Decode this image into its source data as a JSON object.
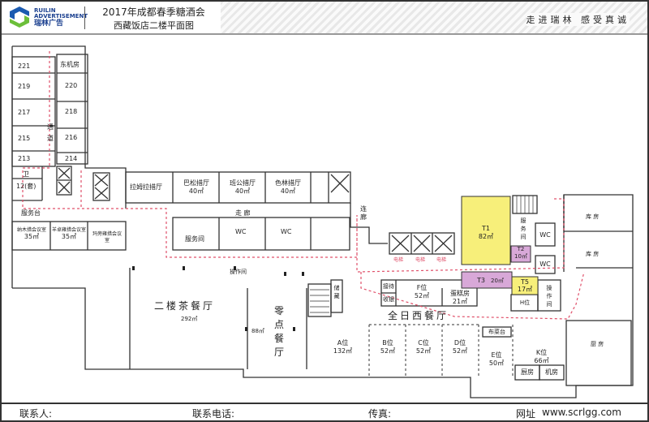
{
  "header": {
    "logo_text": [
      "RUILIN",
      "ADVERTISEMENT",
      "瑞林广告"
    ],
    "title": "2017年成都春季糖酒会",
    "subtitle": "西藏饭店二楼平面图",
    "slogan": "走进瑞林  感受真诚"
  },
  "colors": {
    "yellow": "#f7ef7a",
    "pink": "#d8a8d8",
    "route": "#e0506a",
    "wall": "#333333",
    "logo_blue": "#1a5ab0",
    "logo_green": "#6cbf3a"
  },
  "rooms": {
    "r221": "221",
    "r219": "219",
    "r217": "217",
    "r215": "215",
    "r213": "213",
    "r220": "220",
    "r218": "218",
    "r216": "216",
    "r214": "214",
    "east_machine": "东机房",
    "corridor_v": "通道",
    "toilet": "卫",
    "suite": "12(套)",
    "service_desk": "服务台",
    "namco": "纳木措会议室",
    "namco_area": "35㎡",
    "yamdrok": "羊卓雍措会议室",
    "yamdrok_area": "35㎡",
    "manasarovar": "玛旁雍措会议室",
    "lhamo": "拉姆拉措厅",
    "basum": "巴松措厅",
    "basum_area": "40㎡",
    "bangong": "班公措厅",
    "bangong_area": "40㎡",
    "selin": "色林措厅",
    "selin_area": "40㎡",
    "corridor_h": "走  廊",
    "link": "连廊",
    "service_room": "服务间",
    "wc1": "WC",
    "wc2": "WC",
    "tea_hall": "二楼茶餐厅",
    "tea_area": "292㎡",
    "operation": "操作间",
    "snack_hall": "零点餐厅",
    "snack_area": "88㎡",
    "storage": "储藏",
    "reception": "接待",
    "cashier": "收银",
    "f": "F位",
    "f_area": "52㎡",
    "cake": "蛋糕房",
    "cake_area": "21㎡",
    "western": "全日西餐厅",
    "a": "A位",
    "a_area": "132㎡",
    "b": "B位",
    "b_area": "52㎡",
    "c": "C位",
    "c_area": "52㎡",
    "d": "D位",
    "d_area": "52㎡",
    "buffet": "布菜台",
    "e": "E位",
    "e_area": "50㎡",
    "k": "K位",
    "k_area": "66㎡",
    "kitchen": "厨房",
    "machine": "机房",
    "elevator": "电梯",
    "t1": "T1",
    "t1_area": "82㎡",
    "t2": "T2",
    "t2_area": "10㎡",
    "t3": "T3",
    "t3_area": "20㎡",
    "t5": "T5",
    "t5_area": "17㎡",
    "h": "H位",
    "service_room2": "服务间",
    "wc3": "WC",
    "wc4": "WC",
    "operation2": "操作间",
    "store1": "库  房",
    "store2": "库  房",
    "kitchen2": "厨  房"
  },
  "footer": {
    "contact": "联系人:",
    "phone": "联系电话:",
    "fax": "传真:",
    "website_label": "网址",
    "website": "www.scrlgg.com"
  }
}
